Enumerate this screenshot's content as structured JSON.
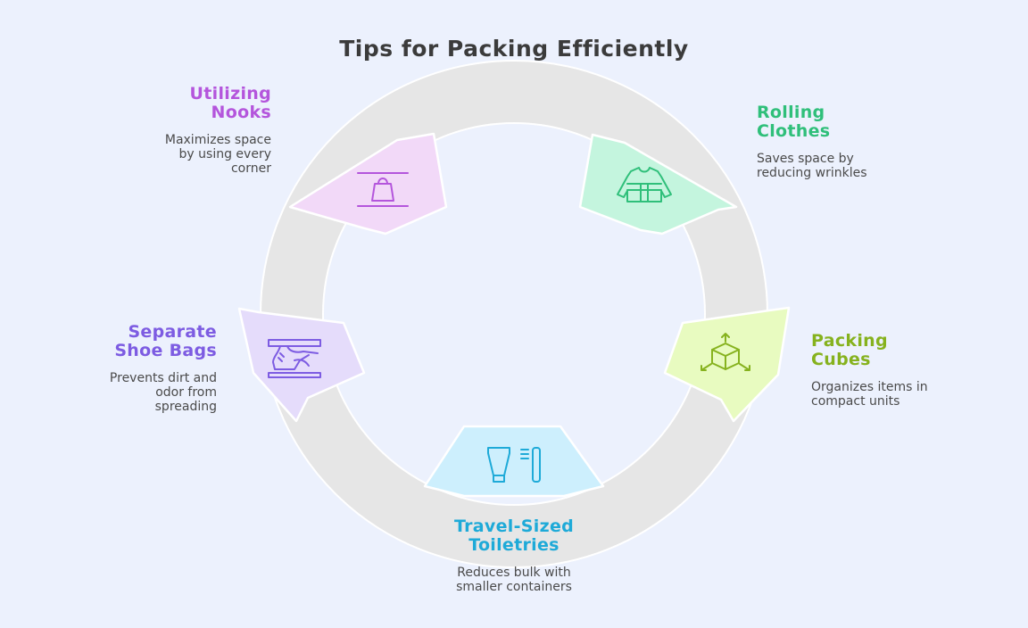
{
  "title": "Tips for Packing Efficiently",
  "steps": [
    {
      "id": "utilizing-nooks",
      "title_line1": "Utilizing",
      "title_line2": "Nooks",
      "desc_line1": "Maximizes space",
      "desc_line2": "by using every",
      "desc_line3": "corner",
      "color": "#b455dc",
      "fill": "#f2d9f8",
      "icon": "shopping-bag-icon"
    },
    {
      "id": "rolling-clothes",
      "title_line1": "Rolling",
      "title_line2": "Clothes",
      "desc_line1": "Saves space by",
      "desc_line2": "reducing wrinkles",
      "desc_line3": "",
      "color": "#2fbf7a",
      "fill": "#c4f5de",
      "icon": "shirt-icon"
    },
    {
      "id": "packing-cubes",
      "title_line1": "Packing",
      "title_line2": "Cubes",
      "desc_line1": "Organizes items in",
      "desc_line2": "compact units",
      "desc_line3": "",
      "color": "#86b21e",
      "fill": "#e8fbc0",
      "icon": "cube-icon"
    },
    {
      "id": "travel-toiletries",
      "title_line1": "Travel-Sized",
      "title_line2": "Toiletries",
      "desc_line1": "Reduces bulk with",
      "desc_line2": "smaller containers",
      "desc_line3": "",
      "color": "#1eaad8",
      "fill": "#cdeffd",
      "icon": "toiletries-icon"
    },
    {
      "id": "shoe-bags",
      "title_line1": "Separate",
      "title_line2": "Shoe Bags",
      "desc_line1": "Prevents dirt and",
      "desc_line2": "odor from",
      "desc_line3": "spreading",
      "color": "#7d5ce2",
      "fill": "#e5dcfb",
      "icon": "shoe-bag-icon"
    }
  ]
}
